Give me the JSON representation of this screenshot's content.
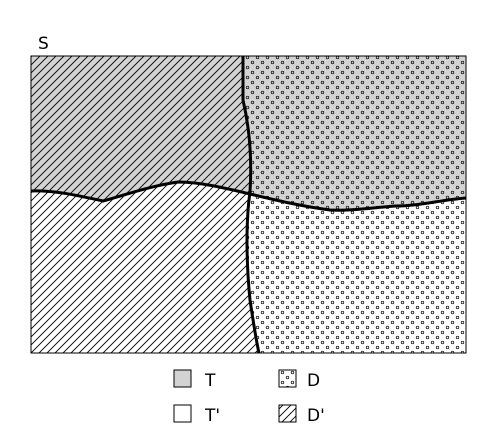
{
  "title": "S",
  "legend": [
    {
      "key": "T",
      "label": "T",
      "fill": "gray"
    },
    {
      "key": "D",
      "label": "D",
      "fill": "dots"
    },
    {
      "key": "T_prime",
      "label": "T'",
      "fill": "white"
    },
    {
      "key": "D_prime",
      "label": "D'",
      "fill": "hatch"
    }
  ],
  "colors": {
    "gray_fill": "#d3d3d3",
    "stroke": "#000000",
    "background": "#ffffff"
  }
}
